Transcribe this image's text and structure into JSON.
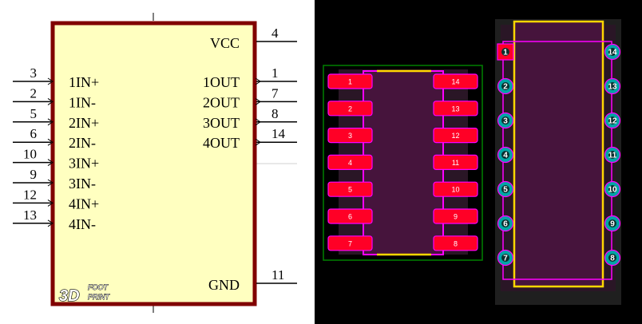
{
  "schematic": {
    "left_pins": [
      {
        "num": "3",
        "name": "1IN+"
      },
      {
        "num": "2",
        "name": "1IN-"
      },
      {
        "num": "5",
        "name": "2IN+"
      },
      {
        "num": "6",
        "name": "2IN-"
      },
      {
        "num": "10",
        "name": "3IN+"
      },
      {
        "num": "9",
        "name": "3IN-"
      },
      {
        "num": "12",
        "name": "4IN+"
      },
      {
        "num": "13",
        "name": "4IN-"
      }
    ],
    "right_pins": [
      {
        "num": "1",
        "name": "1OUT"
      },
      {
        "num": "7",
        "name": "2OUT"
      },
      {
        "num": "8",
        "name": "3OUT"
      },
      {
        "num": "14",
        "name": "4OUT"
      }
    ],
    "power_pin": {
      "num": "4",
      "name": "VCC"
    },
    "ground_pin": {
      "num": "11",
      "name": "GND"
    },
    "logo": {
      "main": "3D",
      "line1": "FOOT",
      "line2": "PRINT"
    },
    "colors": {
      "body_fill": "#ffffc0",
      "body_border": "#800000",
      "pin": "#000000"
    }
  },
  "footprint_smd": {
    "left_pads": [
      "1",
      "2",
      "3",
      "4",
      "5",
      "6",
      "7"
    ],
    "right_pads": [
      "14",
      "13",
      "12",
      "11",
      "10",
      "9",
      "8"
    ],
    "colors": {
      "pad": "#ff0026",
      "outline": "#ff00ff",
      "courtyard": "#008000",
      "silkscreen": "#ffd700"
    }
  },
  "footprint_tht": {
    "left_pads": [
      "1",
      "2",
      "3",
      "4",
      "5",
      "6",
      "7"
    ],
    "right_pads": [
      "14",
      "13",
      "12",
      "11",
      "10",
      "9",
      "8"
    ],
    "colors": {
      "pad_ring": "#00a5a5",
      "pin1_pad": "#ff0026",
      "outline": "#ff00ff",
      "silkscreen": "#ffd700"
    }
  }
}
